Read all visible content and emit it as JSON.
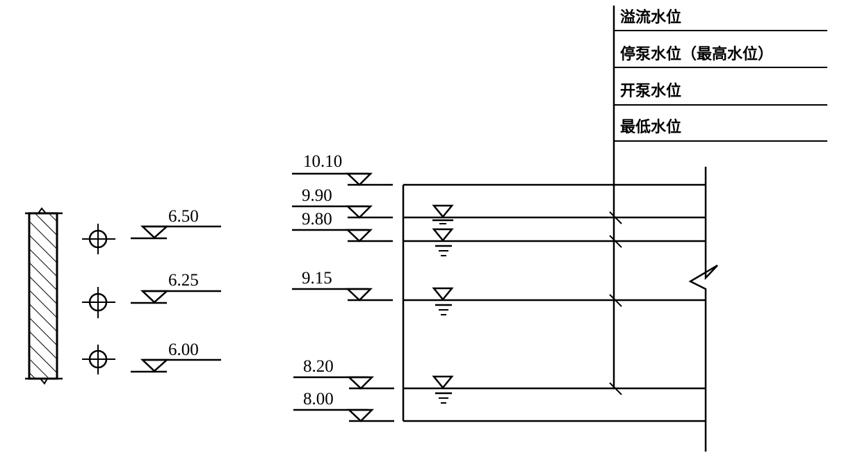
{
  "legend_table": {
    "rows": [
      "溢流水位",
      "停泵水位（最高水位）",
      "开泵水位",
      "最低水位"
    ]
  },
  "left_elevations": [
    "6.50",
    "6.25",
    "6.00"
  ],
  "tank_elevations": [
    "10.10",
    "9.90",
    "9.80",
    "9.15",
    "8.20",
    "8.00"
  ],
  "icons": {
    "wall": "hatched-wall-section",
    "pipe": "circle-cross-pipe-symbol",
    "elevation": "elevation-triangle-marker",
    "water_level": "water-level-marker",
    "break": "break-line-zigzag"
  }
}
